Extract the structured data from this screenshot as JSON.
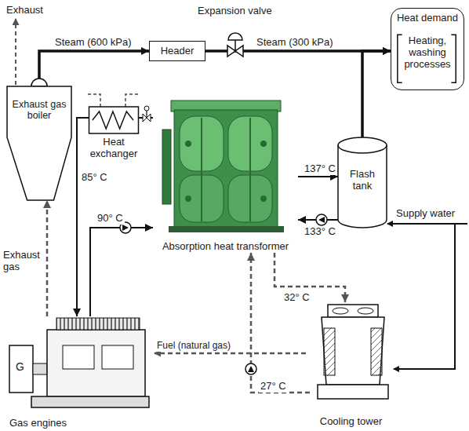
{
  "diagram": {
    "nodes": [
      {
        "text": [
          "Exhaust gas boiler"
        ]
      },
      {
        "text": [
          "Header"
        ]
      },
      {
        "text": [
          "Heat demand",
          "Heating, washing processes"
        ]
      },
      {
        "text": [
          "Heat exchanger"
        ]
      },
      {
        "text": [
          "Absorption heat transformer"
        ]
      },
      {
        "text": [
          "Flash tank"
        ]
      },
      {
        "text": [
          "Cooling tower"
        ]
      },
      {
        "text": [
          "G",
          "Gas engines"
        ]
      }
    ],
    "edges": [
      {
        "from": 0,
        "to": 1,
        "label": "Steam (600 kPa)",
        "arrow": "to"
      },
      {
        "from": 1,
        "to": 2,
        "label": "Steam (300 kPa)",
        "arrow": "to"
      },
      {
        "from": 5,
        "to": 2,
        "arrow": "to"
      },
      {
        "from": 4,
        "to": 5,
        "label": "137° C",
        "arrow": "to"
      },
      {
        "from": 5,
        "to": 4,
        "label": "133° C",
        "arrow": "to"
      },
      {
        "from": 3,
        "to": 7,
        "label": "85° C",
        "arrow": "to"
      },
      {
        "from": 7,
        "to": 4,
        "label": "90° C",
        "arrow": "to"
      },
      {
        "from": 4,
        "to": 3,
        "arrow": "none"
      },
      {
        "from": 7,
        "to": 0,
        "label": "Exhaust gas",
        "arrow": "to"
      },
      {
        "from": 4,
        "to": 6,
        "label": "32° C",
        "arrow": "to"
      },
      {
        "from": 6,
        "to": 4,
        "label": "27° C",
        "arrow": "to"
      }
    ],
    "labels": [
      "Exhaust",
      "Expansion valve",
      "Supply water",
      "Fuel (natural gas)"
    ]
  }
}
